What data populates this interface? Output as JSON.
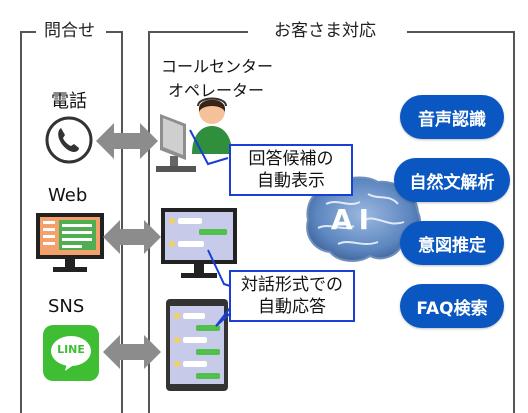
{
  "sections": {
    "left_title": "問合せ",
    "right_title": "お客さま対応"
  },
  "channels": [
    {
      "label": "電話",
      "icon": "phone-icon"
    },
    {
      "label": "Web",
      "icon": "monitor-web-icon"
    },
    {
      "label": "SNS",
      "icon": "line-app-icon",
      "app_label": "LINE"
    }
  ],
  "operator": {
    "label_line1": "コールセンター",
    "label_line2": "オペレーター"
  },
  "callouts": {
    "answer_candidates_line1": "回答候補の",
    "answer_candidates_line2": "自動表示",
    "dialog_line1": "対話形式での",
    "dialog_line2": "自動応答"
  },
  "ai": {
    "label": "AI",
    "capabilities": [
      "音声認識",
      "自然文解析",
      "意図推定",
      "FAQ検索"
    ]
  },
  "colors": {
    "pill_blue": "#0a57c2",
    "callout_border": "#1a3fd6",
    "arrow_gray": "#8c8c8c",
    "line_green": "#3fbe34",
    "brain_blue": "#5c86bf"
  }
}
